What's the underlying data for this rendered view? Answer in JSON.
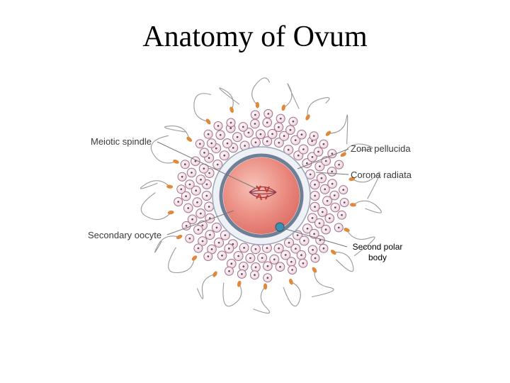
{
  "title": "Anatomy of Ovum",
  "labels": {
    "meiotic_spindle": "Meiotic spindle",
    "secondary_oocyte": "Secondary oocyte",
    "zona_pellucida": "Zona pellucida",
    "corona_radiata": "Corona radiata",
    "second_polar_body_line1": "Second polar",
    "second_polar_body_line2": "body"
  },
  "colors": {
    "oocyte": "#e8827a",
    "oocyte_highlight": "#f7c3b8",
    "zona": "#f2f4f8",
    "membrane": "#6f7f96",
    "corona_cell": "#f3e4ec",
    "corona_cell_edge": "#a56f8c",
    "sperm_head": "#e0893a",
    "polar_body": "#3d8fae"
  }
}
